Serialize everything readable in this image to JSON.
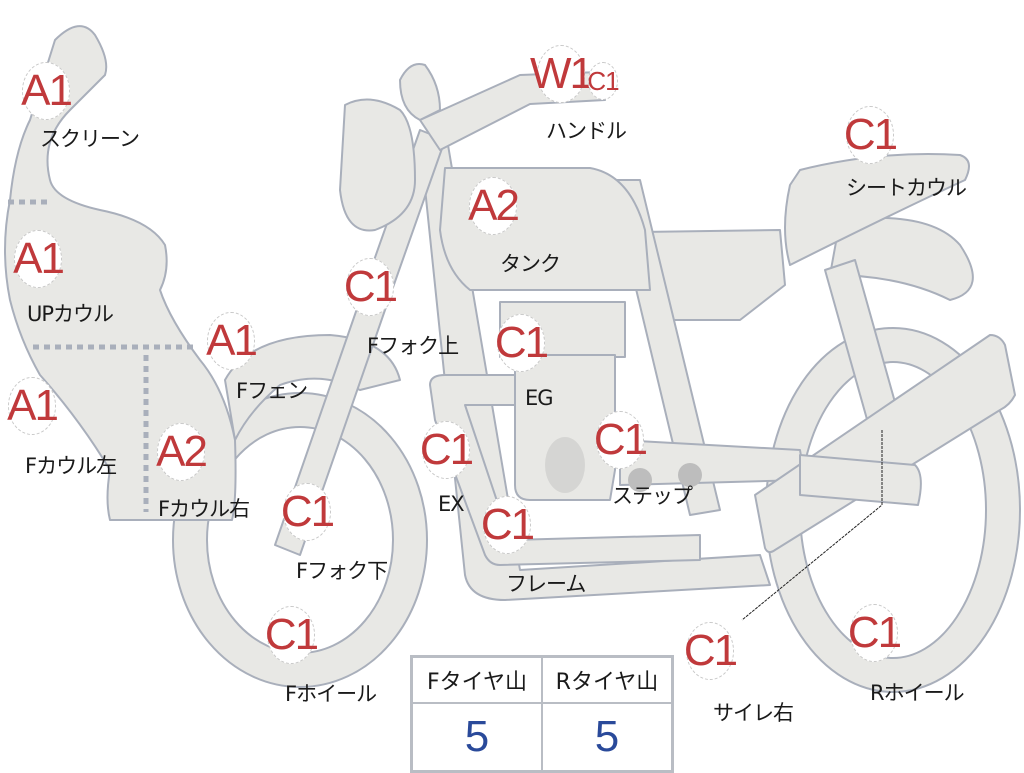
{
  "colors": {
    "part_fill": "#e8e8e5",
    "part_stroke": "#a9afbb",
    "grade_text": "#c0393b",
    "label_text": "#1a1a1a",
    "tire_value": "#2a4a9a"
  },
  "parts": [
    {
      "id": "screen",
      "label": "スクリーン",
      "grade": "A1"
    },
    {
      "id": "up-cowl",
      "label": "UPカウル",
      "grade": "A1"
    },
    {
      "id": "f-cowl-left",
      "label": "Fカウル左",
      "grade": "A1"
    },
    {
      "id": "f-cowl-right",
      "label": "Fカウル右",
      "grade": "A2"
    },
    {
      "id": "f-fender",
      "label": "Fフェン",
      "grade": "A1"
    },
    {
      "id": "f-fork-upper",
      "label": "Fフォク上",
      "grade": "C1"
    },
    {
      "id": "f-fork-lower",
      "label": "Fフォク下",
      "grade": "C1"
    },
    {
      "id": "f-wheel",
      "label": "Fホイール",
      "grade": "C1"
    },
    {
      "id": "handle",
      "label": "ハンドル",
      "grade": "W1",
      "grade2": "C1"
    },
    {
      "id": "tank",
      "label": "タンク",
      "grade": "A2"
    },
    {
      "id": "engine",
      "label": "EG",
      "grade": "C1"
    },
    {
      "id": "exhaust",
      "label": "EX",
      "grade": "C1"
    },
    {
      "id": "step",
      "label": "ステップ",
      "grade": "C1"
    },
    {
      "id": "frame",
      "label": "フレーム",
      "grade": "C1"
    },
    {
      "id": "seat-cowl",
      "label": "シートカウル",
      "grade": "C1"
    },
    {
      "id": "muffler-right",
      "label": "サイレ右",
      "grade": "C1"
    },
    {
      "id": "r-wheel",
      "label": "Rホイール",
      "grade": "C1"
    }
  ],
  "tire_table": {
    "headers": [
      "Fタイヤ山",
      "Rタイヤ山"
    ],
    "values": [
      "5",
      "5"
    ]
  }
}
